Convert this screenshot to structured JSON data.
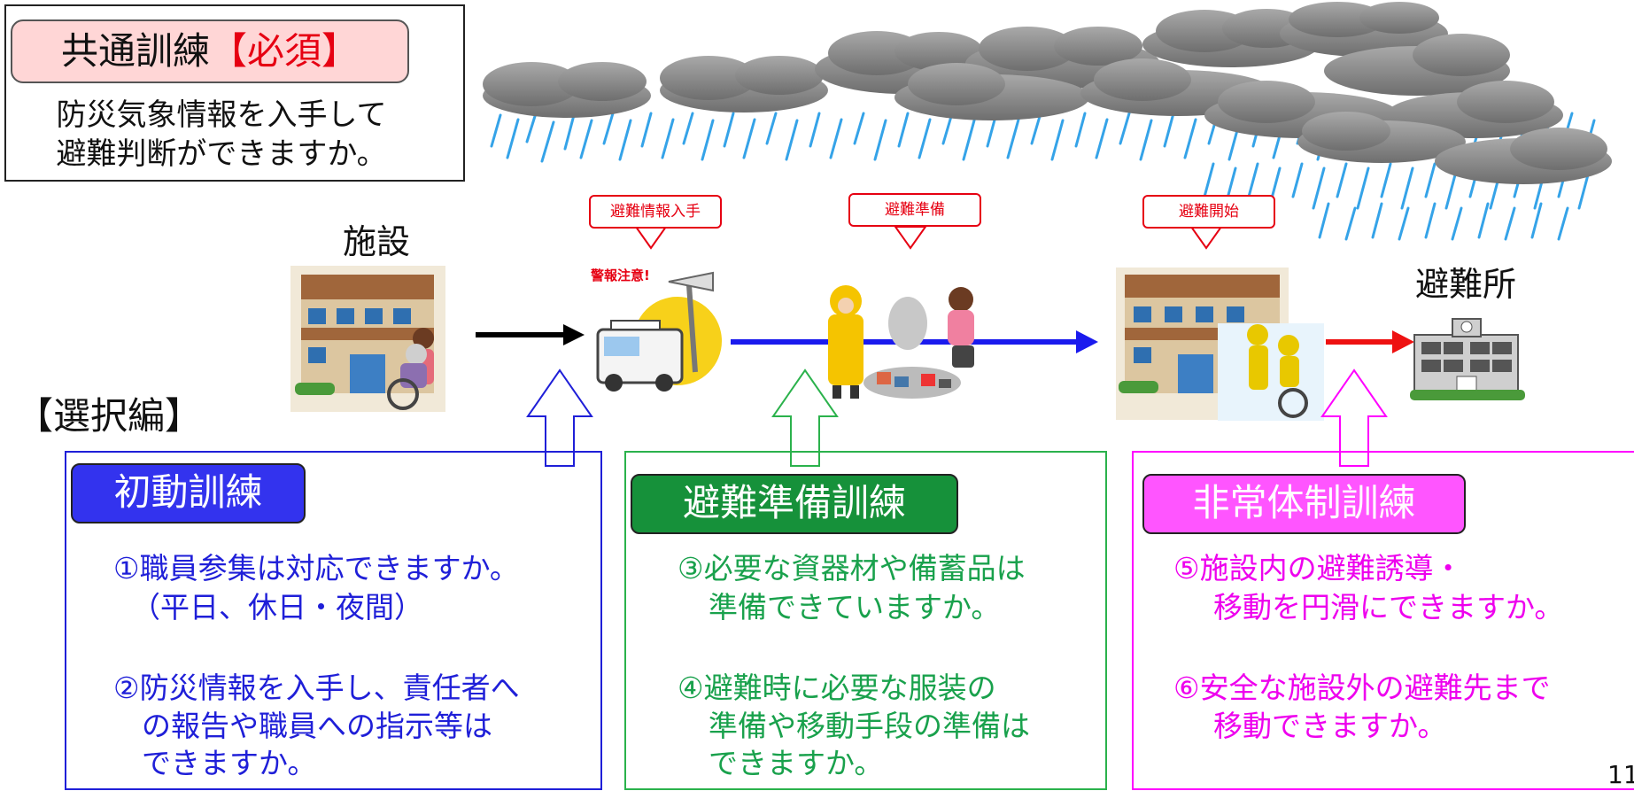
{
  "common": {
    "title": "共通訓練",
    "required": "【必須】",
    "desc_line1": "防災気象情報を入手して",
    "desc_line2": "避難判断ができますか。"
  },
  "labels": {
    "facility": "施設",
    "shelter": "避難所",
    "selection": "【選択編】",
    "warning": "警報注意!"
  },
  "callouts": {
    "info": "避難情報入手",
    "prepare": "避難準備",
    "start": "避難開始"
  },
  "panels": {
    "initial": {
      "tag": "初動訓練",
      "items": [
        "①職員参集は対応できますか。",
        "（平日、休日・夜間）",
        "②防災情報を入手し、責任者へ",
        "の報告や職員への指示等は",
        "できますか。"
      ]
    },
    "prepare": {
      "tag": "避難準備訓練",
      "items": [
        "③必要な資器材や備蓄品は",
        "準備できていますか。",
        "④避難時に必要な服装の",
        "準備や移動手段の準備は",
        "できますか。"
      ]
    },
    "emergency": {
      "tag": "非常体制訓練",
      "items": [
        "⑤施設内の避難誘導・",
        "移動を円滑にできますか。",
        "⑥安全な施設外の避難先まで",
        "移動できますか。"
      ]
    }
  },
  "page_number": "11",
  "colors": {
    "blue": "#1f1fd8",
    "green": "#19a14c",
    "pink": "#ee00ee",
    "red": "#e60012",
    "black_arrow": "#000000",
    "blue_arrow": "#1a1aee",
    "red_arrow": "#ee1111"
  }
}
